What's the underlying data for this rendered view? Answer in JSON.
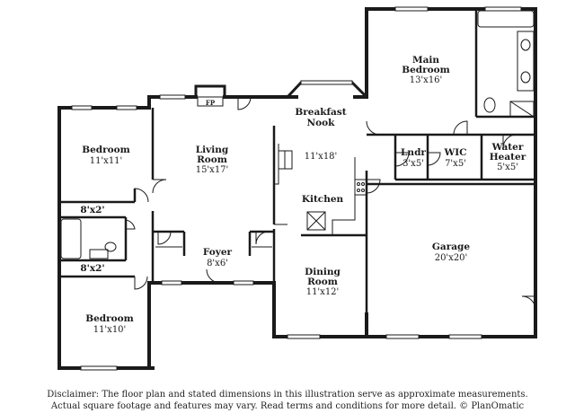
{
  "rooms": {
    "bedroom1": {
      "name": "Bedroom",
      "dims": "11'x11'"
    },
    "living": {
      "name_line1": "Living",
      "name_line2": "Room",
      "dims": "15'x17'"
    },
    "breakfast": {
      "name_line1": "Breakfast",
      "name_line2": "Nook",
      "dims": "11'x18'"
    },
    "kitchen": {
      "name": "Kitchen"
    },
    "main_bedroom": {
      "name_line1": "Main",
      "name_line2": "Bedroom",
      "dims": "13'x16'"
    },
    "laundry": {
      "name": "Lndr",
      "dims": "3'x5'"
    },
    "wic": {
      "name": "WIC",
      "dims": "7'x5'"
    },
    "water_heater": {
      "name_line1": "Water",
      "name_line2": "Heater",
      "dims": "5'x5'"
    },
    "closet1": {
      "dims": "8'x2'"
    },
    "closet2": {
      "dims": "8'x2'"
    },
    "foyer": {
      "name": "Foyer",
      "dims": "8'x6'"
    },
    "garage": {
      "name": "Garage",
      "dims": "20'x20'"
    },
    "dining": {
      "name_line1": "Dining",
      "name_line2": "Room",
      "dims": "11'x12'"
    },
    "bedroom2": {
      "name": "Bedroom",
      "dims": "11'x10'"
    }
  },
  "fireplace": {
    "label": "FP"
  },
  "disclaimer": {
    "line1": "Disclaimer: The floor plan and stated dimensions in this illustration serve as approximate measurements.",
    "line2": "Actual square footage and features may vary. Read terms and conditions for more detail. © PlanOmatic"
  }
}
